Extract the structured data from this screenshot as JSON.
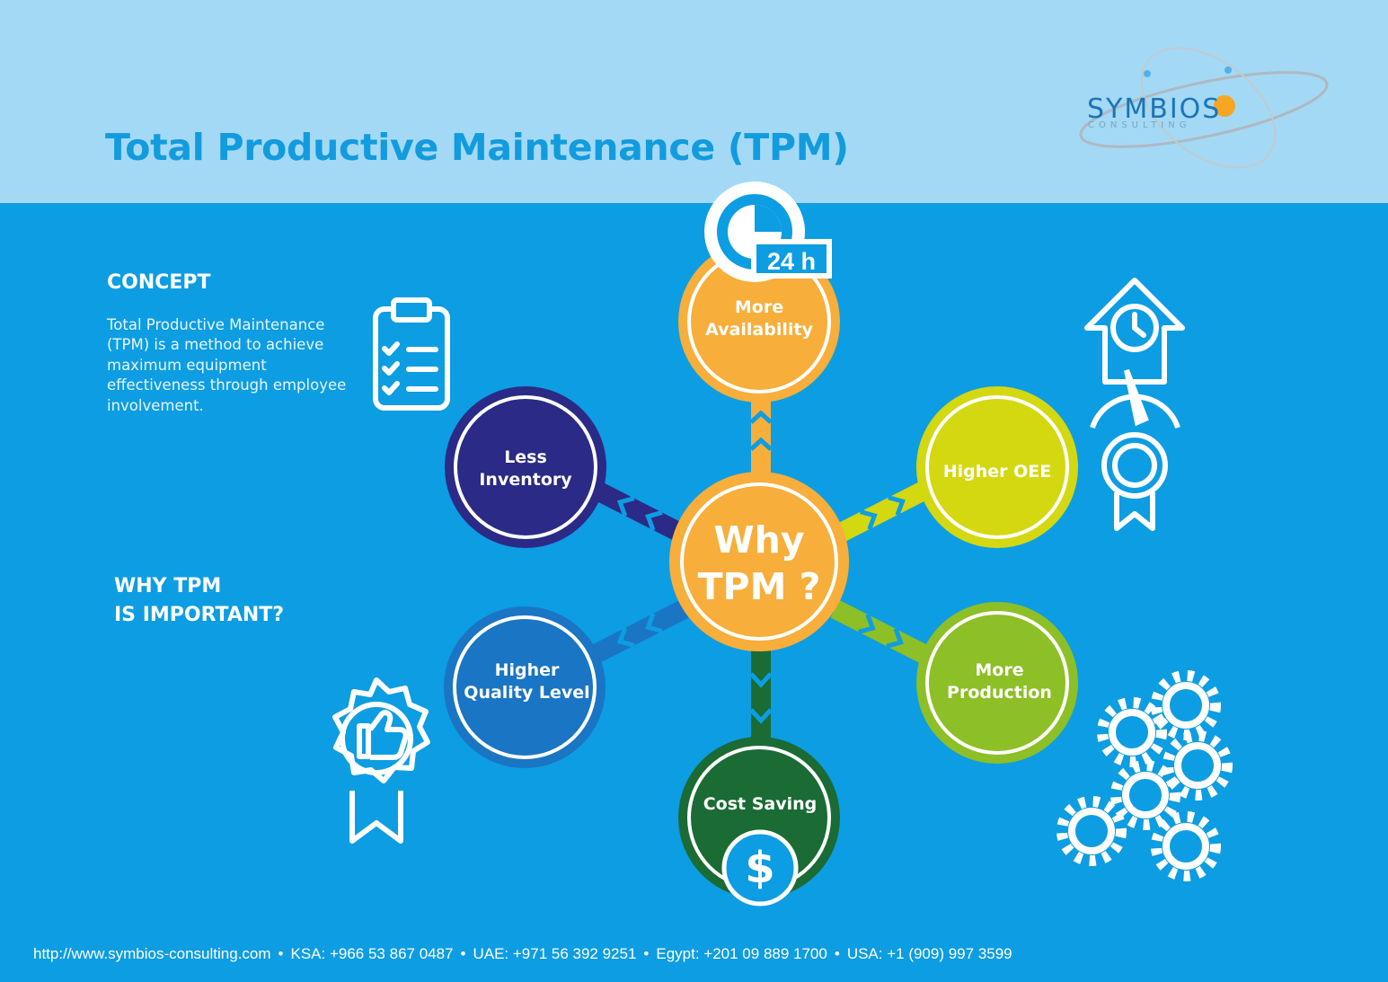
{
  "header": {
    "title": "Total Productive Maintenance (TPM)",
    "logo": {
      "name": "SYMBIOS",
      "tagline": "CONSULTING"
    }
  },
  "concept": {
    "heading": "CONCEPT",
    "text": "Total Productive Maintenance (TPM) is a method to achieve maximum equipment effectiveness through employee involvement."
  },
  "why": {
    "heading_line1": "WHY TPM",
    "heading_line2": "IS IMPORTANT?"
  },
  "hub": {
    "line1": "Why",
    "line2": "TPM ?"
  },
  "nodes": {
    "availability": {
      "line1": "More",
      "line2": "Availability",
      "badge": "24 h",
      "color": "#f7ae3b"
    },
    "oee": {
      "label": "Higher OEE",
      "color": "#d4d811"
    },
    "production": {
      "line1": "More",
      "line2": "Production",
      "color": "#8dbf26"
    },
    "cost": {
      "label": "Cost Saving",
      "symbol": "$",
      "color": "#1a6b34"
    },
    "quality": {
      "line1": "Higher",
      "line2": "Quality Level",
      "color": "#1a75c4"
    },
    "inventory": {
      "line1": "Less",
      "line2": "Inventory",
      "color": "#2b2a86"
    }
  },
  "icons": [
    "clipboard-checklist-icon",
    "clock-up-arrow-icon",
    "gauge-icon",
    "award-badge-icon",
    "thumbs-up-badge-icon",
    "gears-icon",
    "clock-24h-icon",
    "dollar-icon"
  ],
  "footer": {
    "website": "http://www.symbios-consulting.com",
    "ksa": "KSA: +966 53 867 0487",
    "uae": "UAE: +971 56 392 9251",
    "egypt": "Egypt: +201 09 889 1700",
    "usa": "USA: +1 (909) 997 3599",
    "separator": "•"
  },
  "colors": {
    "background": "#0d9de2",
    "header": "#a3d9f5",
    "title": "#129bdd",
    "hub": "#f7ae3b"
  }
}
